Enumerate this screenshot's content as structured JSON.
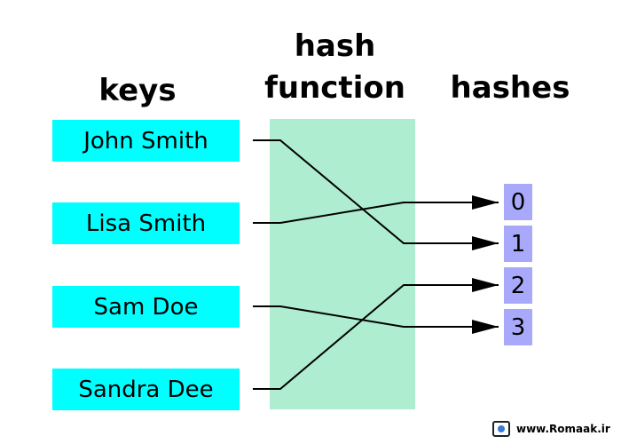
{
  "headings": {
    "keys": "keys",
    "hash_function_line1": "hash",
    "hash_function_line2": "function",
    "hashes": "hashes"
  },
  "keys": [
    "John Smith",
    "Lisa Smith",
    "Sam Doe",
    "Sandra Dee"
  ],
  "hashes": [
    "0",
    "1",
    "2",
    "3"
  ],
  "mapping": [
    {
      "key": "John Smith",
      "hash": "1"
    },
    {
      "key": "Lisa Smith",
      "hash": "0"
    },
    {
      "key": "Sam Doe",
      "hash": "3"
    },
    {
      "key": "Sandra Dee",
      "hash": "2"
    }
  ],
  "colors": {
    "key_box": "#00ffff",
    "hash_function_box": "#aeedcf",
    "hash_box": "#a9a9fb",
    "line": "#000000"
  },
  "watermark": {
    "text": "www.Romaak.ir",
    "icon": "computer-logo-icon"
  }
}
